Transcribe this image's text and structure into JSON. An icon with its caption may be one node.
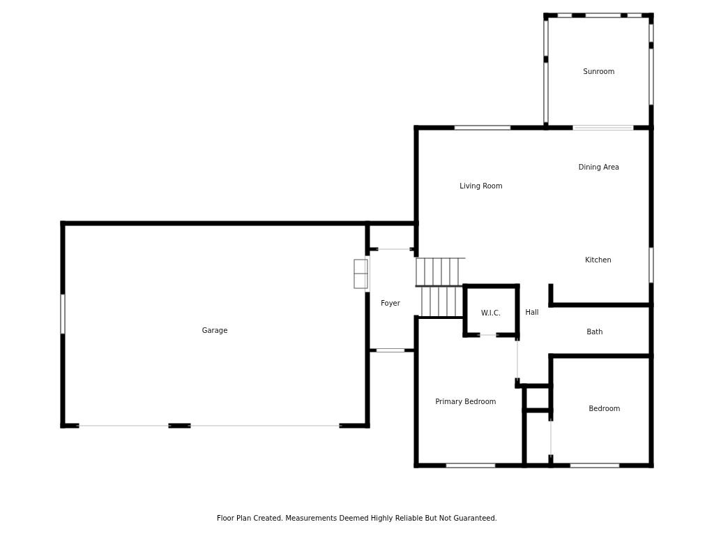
{
  "diagram": {
    "caption": "Floor Plan Created. Measurements Deemed Highly Reliable But Not Guaranteed.",
    "nodes": [
      {
        "text": [
          "Sunroom"
        ]
      },
      {
        "text": [
          "Dining Area"
        ]
      },
      {
        "text": [
          "Living Room"
        ]
      },
      {
        "text": [
          "Kitchen"
        ]
      },
      {
        "text": [
          "Foyer"
        ]
      },
      {
        "text": [
          "W.I.C."
        ]
      },
      {
        "text": [
          "Hall"
        ]
      },
      {
        "text": [
          "Garage"
        ]
      },
      {
        "text": [
          "Bath"
        ]
      },
      {
        "text": [
          "Primary Bedroom"
        ]
      },
      {
        "text": [
          "Bedroom"
        ]
      }
    ]
  }
}
